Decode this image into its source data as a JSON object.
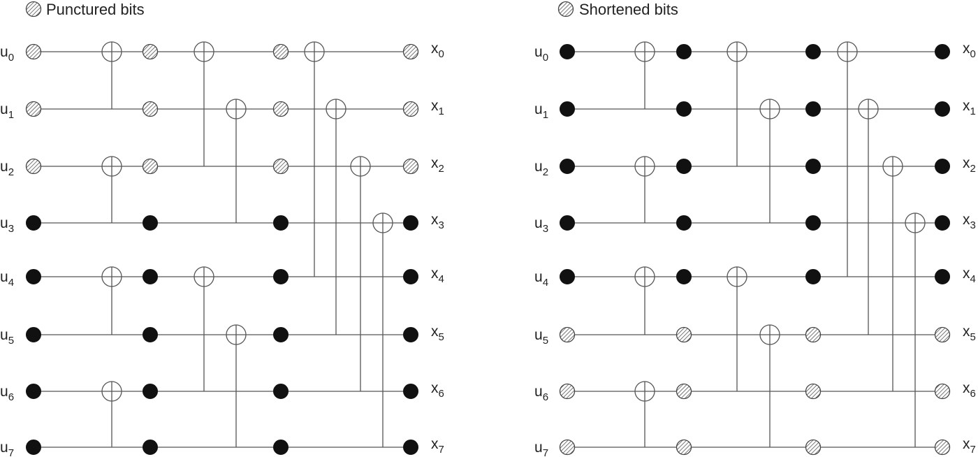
{
  "diagrams": [
    {
      "legend": "Punctured bits",
      "inputs": [
        {
          "base": "u",
          "sub": "0"
        },
        {
          "base": "u",
          "sub": "1"
        },
        {
          "base": "u",
          "sub": "2"
        },
        {
          "base": "u",
          "sub": "3"
        },
        {
          "base": "u",
          "sub": "4"
        },
        {
          "base": "u",
          "sub": "5"
        },
        {
          "base": "u",
          "sub": "6"
        },
        {
          "base": "u",
          "sub": "7"
        }
      ],
      "outputs": [
        {
          "base": "x",
          "sub": "0"
        },
        {
          "base": "x",
          "sub": "1"
        },
        {
          "base": "x",
          "sub": "2"
        },
        {
          "base": "x",
          "sub": "3"
        },
        {
          "base": "x",
          "sub": "4"
        },
        {
          "base": "x",
          "sub": "5"
        },
        {
          "base": "x",
          "sub": "6"
        },
        {
          "base": "x",
          "sub": "7"
        }
      ],
      "bit_states": [
        "hatched",
        "hatched",
        "hatched",
        "solid",
        "solid",
        "solid",
        "solid",
        "solid"
      ]
    },
    {
      "legend": "Shortened bits",
      "inputs": [
        {
          "base": "u",
          "sub": "0"
        },
        {
          "base": "u",
          "sub": "1"
        },
        {
          "base": "u",
          "sub": "2"
        },
        {
          "base": "u",
          "sub": "3"
        },
        {
          "base": "u",
          "sub": "4"
        },
        {
          "base": "u",
          "sub": "5"
        },
        {
          "base": "u",
          "sub": "6"
        },
        {
          "base": "u",
          "sub": "7"
        }
      ],
      "outputs": [
        {
          "base": "x",
          "sub": "0"
        },
        {
          "base": "x",
          "sub": "1"
        },
        {
          "base": "x",
          "sub": "2"
        },
        {
          "base": "x",
          "sub": "3"
        },
        {
          "base": "x",
          "sub": "4"
        },
        {
          "base": "x",
          "sub": "5"
        },
        {
          "base": "x",
          "sub": "6"
        },
        {
          "base": "x",
          "sub": "7"
        }
      ],
      "bit_states": [
        "solid",
        "solid",
        "solid",
        "solid",
        "solid",
        "hatched",
        "hatched",
        "hatched"
      ]
    }
  ],
  "stages": [
    [
      [
        0,
        1
      ],
      [
        2,
        3
      ],
      [
        4,
        5
      ],
      [
        6,
        7
      ]
    ],
    [
      [
        0,
        2
      ],
      [
        1,
        3
      ],
      [
        4,
        6
      ],
      [
        5,
        7
      ]
    ],
    [
      [
        0,
        4
      ],
      [
        1,
        5
      ],
      [
        2,
        6
      ],
      [
        3,
        7
      ]
    ]
  ],
  "colors": {
    "wire": "#555555",
    "solid_bit": "#111111",
    "hatch": "#555555"
  }
}
